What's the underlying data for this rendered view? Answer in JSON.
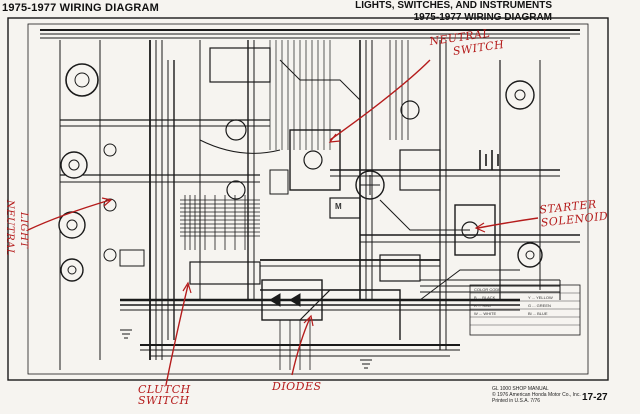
{
  "header": {
    "left_title": "1975-1977 WIRING DIAGRAM",
    "right_line1": "LIGHTS, SWITCHES, AND INSTRUMENTS",
    "right_line2": "1975-1977 WIRING DIAGRAM"
  },
  "annotations": {
    "neutral_switch_1": "NEUTRAL",
    "neutral_switch_2": "SWITCH",
    "starter_solenoid_1": "STARTER",
    "starter_solenoid_2": "SOLENOID",
    "neutral_light_1": "NEUTRAL",
    "neutral_light_2": "LIGHT",
    "clutch_switch_1": "CLUTCH",
    "clutch_switch_2": "SWITCH",
    "diodes": "DIODES"
  },
  "diagram_labels": {
    "motor_symbol": "M",
    "legend_header": "COLOR CODE",
    "legend_lines": [
      "B ... BLACK",
      "R ... RED",
      "W ... WHITE",
      "Y ... YELLOW",
      "G ... GREEN",
      "Bl ... BLUE"
    ]
  },
  "footer": {
    "manual": "GL 1000 SHOP MANUAL",
    "copyright": "© 1976 American Honda Motor Co., Inc.",
    "printed": "Printed in U.S.A.  7/76",
    "page_number": "17-27"
  },
  "colors": {
    "ink": "#1a1a1a",
    "annotation": "#b51c1c",
    "paper": "#f6f4f0"
  }
}
